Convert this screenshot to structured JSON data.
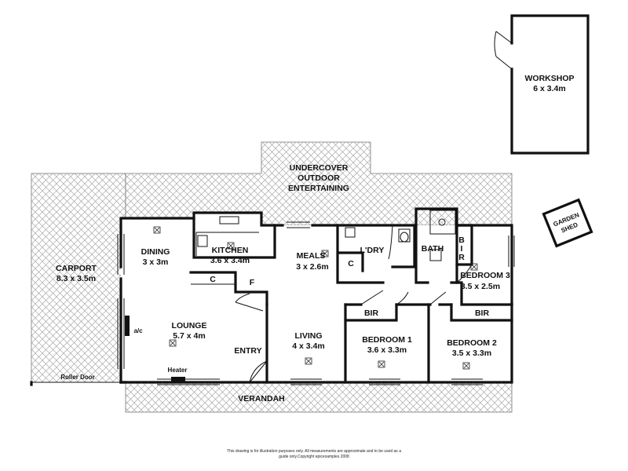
{
  "rooms": {
    "workshop": {
      "name": "WORKSHOP",
      "size": "6 x 3.4m"
    },
    "undercover": {
      "line1": "UNDERCOVER",
      "line2": "OUTDOOR",
      "line3": "ENTERTAINING"
    },
    "garden_shed": {
      "line1": "GARDEN",
      "line2": "SHED"
    },
    "carport": {
      "name": "CARPORT",
      "size": "8.3 x 3.5m"
    },
    "dining": {
      "name": "DINING",
      "size": "3 x 3m"
    },
    "kitchen": {
      "name": "KITCHEN",
      "size": "3.6 x 3.4m"
    },
    "meals": {
      "name": "MEALS",
      "size": "3 x 2.6m"
    },
    "laundry": {
      "name": "L'DRY"
    },
    "bath": {
      "name": "BATH"
    },
    "bedroom3": {
      "name": "BEDROOM 3",
      "size": "3.5 x 2.5m"
    },
    "bedroom1": {
      "name": "BEDROOM 1",
      "size": "3.6 x 3.3m"
    },
    "bedroom2": {
      "name": "BEDROOM 2",
      "size": "3.5 x 3.3m"
    },
    "lounge": {
      "name": "LOUNGE",
      "size": "5.7 x 4m"
    },
    "living": {
      "name": "LIVING",
      "size": "4 x 3.4m"
    },
    "entry": {
      "name": "ENTRY"
    },
    "verandah": {
      "name": "VERANDAH"
    }
  },
  "fixtures": {
    "cupboard_c": "C",
    "fridge_f": "F",
    "laundry_c": "C",
    "bir": "BIR",
    "bir_vertical_b": "B",
    "bir_vertical_i": "I",
    "bir_vertical_r": "R",
    "ac": "a/c",
    "heater": "Heater",
    "roller_door": "Roller Door"
  },
  "disclaimer": {
    "line1": "This drawing is for illustration purposes only. All measurements are approximate and to be used as a",
    "line2": "guide only.Copyright epicexamples 2008"
  },
  "colors": {
    "wall": "#111111",
    "hatch": "#9a9a9a",
    "background": "#ffffff"
  }
}
